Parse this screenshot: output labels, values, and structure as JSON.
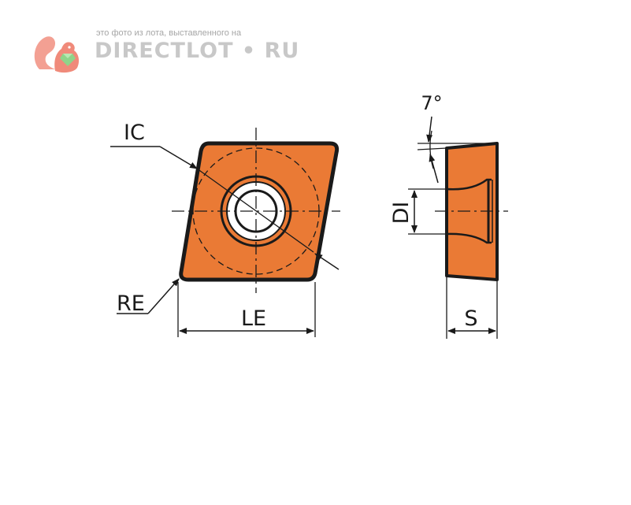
{
  "watermark": {
    "caption": "это фото из лота, выставленного на",
    "brand": "DIRECTLOT • RU"
  },
  "diagram": {
    "labels": {
      "ic": "IC",
      "re": "RE",
      "le": "LE",
      "di": "DI",
      "s": "S",
      "angle": "7°"
    }
  },
  "colors": {
    "insert_fill": "#ea7a35",
    "outline": "#1a1a1a",
    "watermark_logo": "#f08a7a"
  }
}
